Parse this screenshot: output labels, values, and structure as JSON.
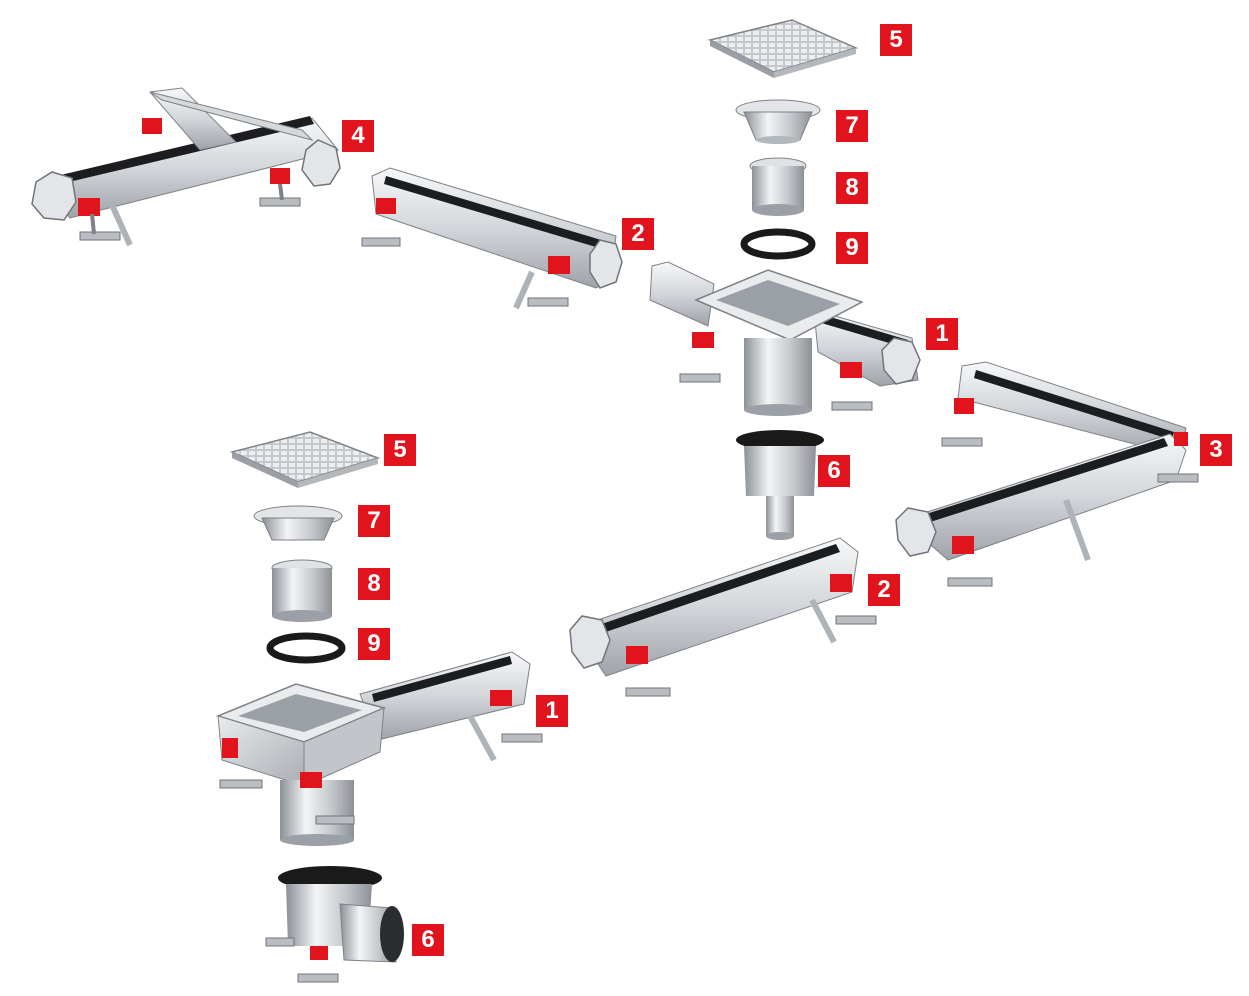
{
  "colors": {
    "accent": "#e1141e",
    "steel_light": "#f2f3f4",
    "steel_mid": "#c9ccd0",
    "steel_dark": "#8f949a",
    "gasket": "#1a1a1a"
  },
  "labels": {
    "n1": "1",
    "n2": "2",
    "n3": "3",
    "n4": "4",
    "n5": "5",
    "n6": "6",
    "n7": "7",
    "n8": "8",
    "n9": "9"
  }
}
